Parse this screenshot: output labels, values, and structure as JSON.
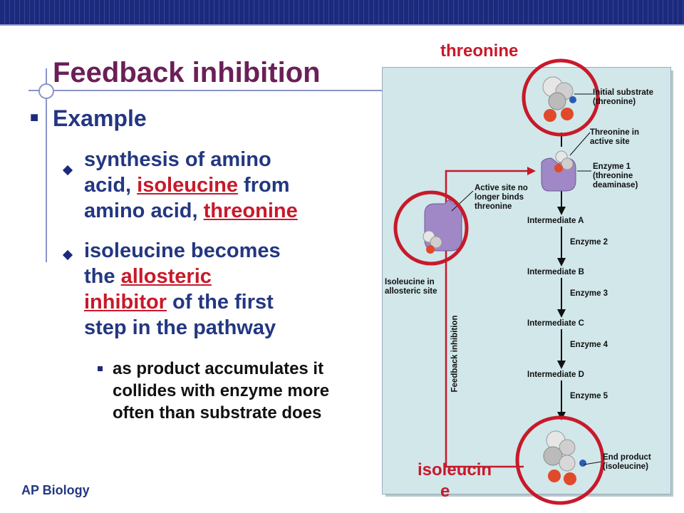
{
  "slide": {
    "title": "Feedback inhibition",
    "example": "Example",
    "footer": "AP Biology"
  },
  "point1": {
    "line1": "synthesis of amino",
    "line2_pre": "acid, ",
    "line2_link": "isoleucine",
    "line2_post": " from",
    "line3_pre": "amino acid, ",
    "line3_link": "threonine"
  },
  "point2": {
    "line1": "isoleucine becomes",
    "line2_pre": "the ",
    "line2_link": "allosteric",
    "line3_link": "inhibitor",
    "line3_post": " of the first",
    "line4": "step in the pathway"
  },
  "subpoint": {
    "text": "as product accumulates it collides with enzyme more often than substrate does"
  },
  "figure": {
    "initial_substrate": "Initial substrate (threonine)",
    "threonine_active": "Threonine in active site",
    "enzyme1": "Enzyme 1 (threonine deaminase)",
    "active_site_no_longer": "Active site no longer binds threonine",
    "isoleucine_allosteric": "Isoleucine in allosteric site",
    "feedback_inhibition": "Feedback inhibition",
    "intermediate_a": "Intermediate A",
    "enzyme2": "Enzyme 2",
    "intermediate_b": "Intermediate B",
    "enzyme3": "Enzyme 3",
    "intermediate_c": "Intermediate C",
    "enzyme4": "Enzyme 4",
    "intermediate_d": "Intermediate D",
    "enzyme5": "Enzyme 5",
    "end_product": "End product (isoleucine)"
  },
  "annotations": {
    "threonine": "threonine",
    "isoleucine_1": "isoleucin",
    "isoleucine_2": "e"
  },
  "colors": {
    "title": "#6b1f57",
    "text": "#233781",
    "highlight": "#c8192a",
    "figure_bg": "#d1e7ea"
  }
}
